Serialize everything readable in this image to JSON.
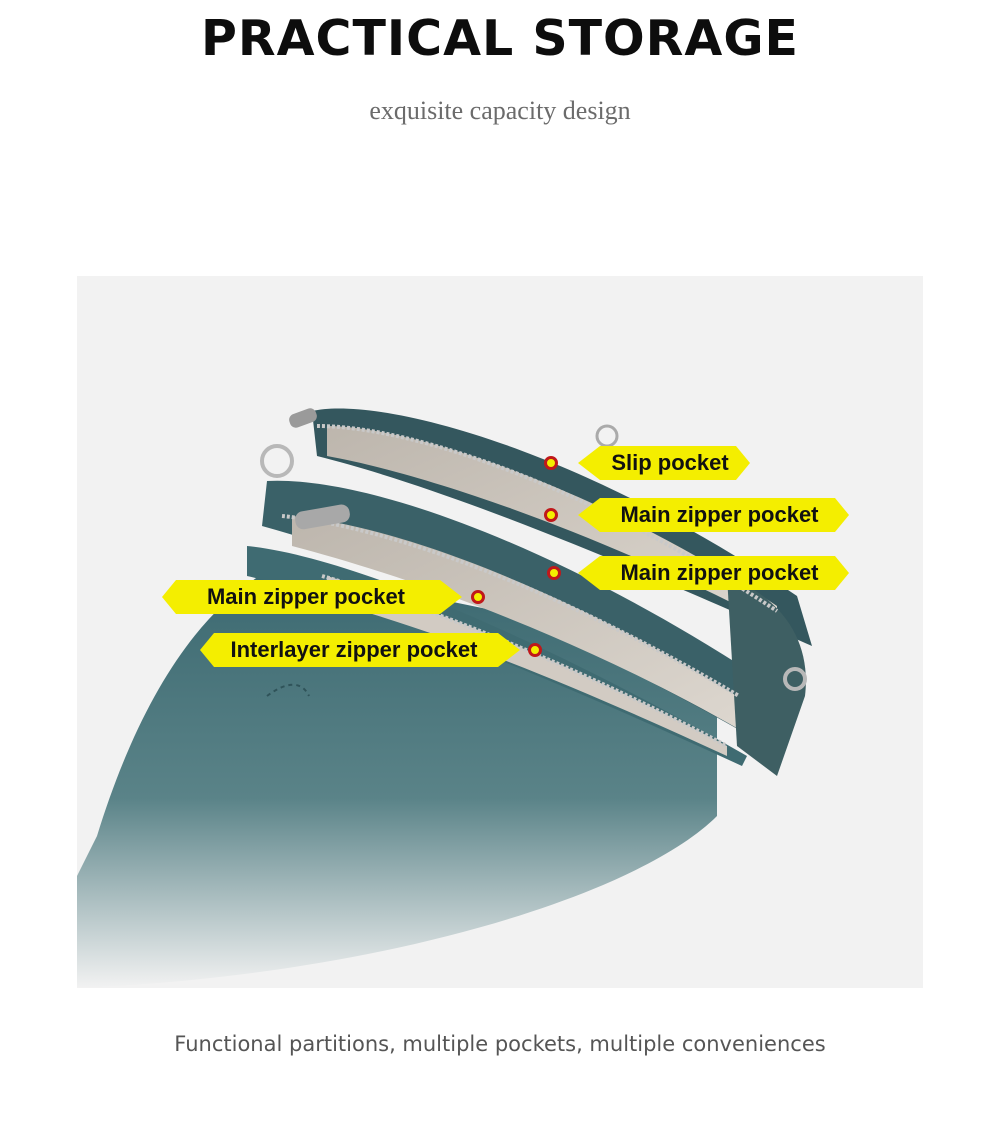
{
  "header": {
    "title": "PRACTICAL STORAGE",
    "subtitle": "exquisite capacity design"
  },
  "callouts": [
    {
      "label": "Slip pocket"
    },
    {
      "label": "Main zipper pocket"
    },
    {
      "label": "Main zipper pocket"
    },
    {
      "label": "Main zipper pocket"
    },
    {
      "label": "Interlayer zipper pocket"
    }
  ],
  "footer": {
    "caption": "Functional partitions, multiple pockets, multiple conveniences"
  },
  "colors": {
    "callout_fill": "#f4ee00",
    "marker_ring": "#c0181a",
    "leather": "#3f6b72",
    "lining": "#cfc8c0"
  }
}
